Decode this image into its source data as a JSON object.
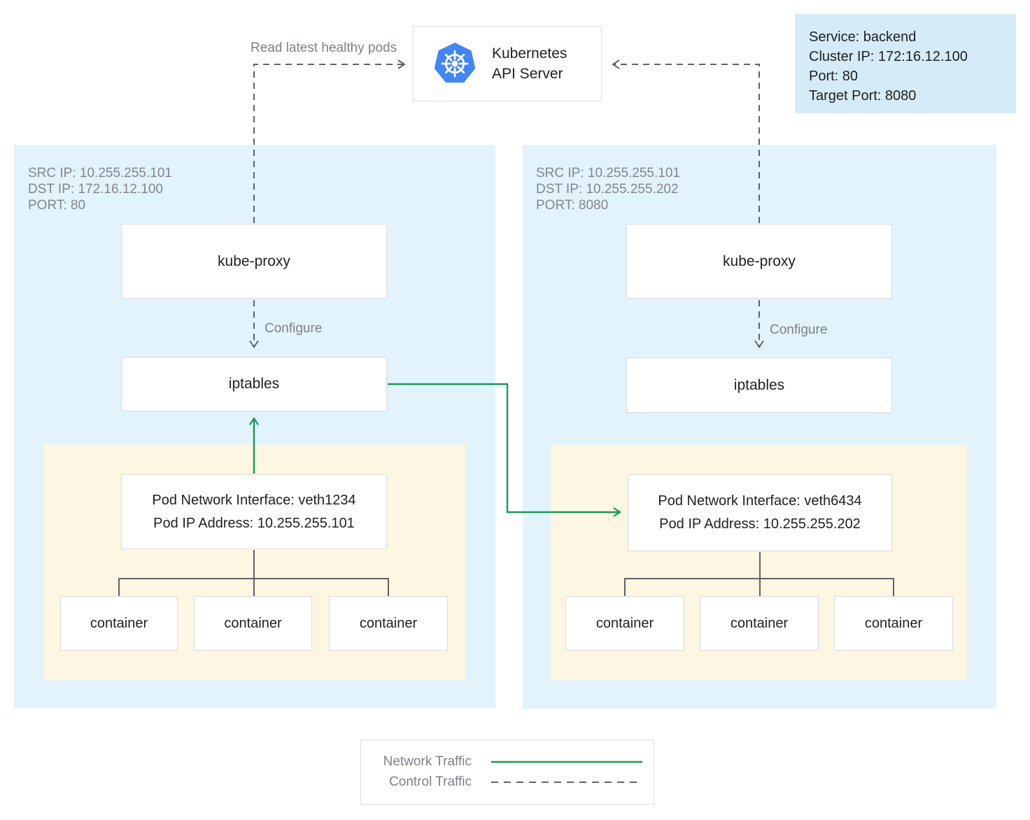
{
  "api_server": {
    "title_line1": "Kubernetes",
    "title_line2": "API Server"
  },
  "service_info": {
    "lines": [
      "Service: backend",
      "Cluster IP: 172:16.12.100",
      "Port: 80",
      "Target Port: 8080"
    ]
  },
  "annotations": {
    "read_latest_healthy_pods": "Read latest healthy pods",
    "configure": "Configure"
  },
  "nodes": {
    "left": {
      "packet_info": [
        "SRC IP: 10.255.255.101",
        "DST IP: 172.16.12.100",
        "PORT: 80"
      ],
      "kube_proxy": "kube-proxy",
      "iptables": "iptables",
      "pod_interface_line1": "Pod Network Interface: veth1234",
      "pod_interface_line2": "Pod IP Address: 10.255.255.101",
      "containers": [
        "container",
        "container",
        "container"
      ]
    },
    "right": {
      "packet_info": [
        "SRC IP: 10.255.255.101",
        "DST IP: 10.255.255.202",
        "PORT: 8080"
      ],
      "kube_proxy": "kube-proxy",
      "iptables": "iptables",
      "pod_interface_line1": "Pod Network Interface: veth6434",
      "pod_interface_line2": "Pod IP Address: 10.255.255.202",
      "containers": [
        "container",
        "container",
        "container"
      ]
    }
  },
  "legend": {
    "network_traffic": "Network Traffic",
    "control_traffic": "Control Traffic"
  },
  "colors": {
    "network_traffic_green": "#109d58",
    "control_traffic_gray": "#5f6368",
    "panel_blue": "#e2f3fc",
    "pod_yellow": "#fcf6e2",
    "service_box_blue": "#d5ecf8",
    "kubernetes_blue": "#4285f4"
  }
}
